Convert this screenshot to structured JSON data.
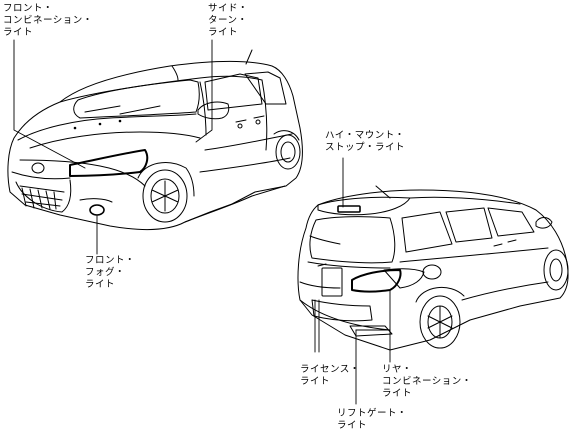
{
  "labels": {
    "front_combination": [
      "フロント・",
      "コンビネーション・",
      "ライト"
    ],
    "side_turn": [
      "サイド・",
      "ターン・",
      "ライト"
    ],
    "front_fog": [
      "フロント・",
      "フォグ・",
      "ライト"
    ],
    "high_mount_stop": [
      "ハイ・マウント・",
      "ストップ・ライト"
    ],
    "license": [
      "ライセンス・",
      "ライト"
    ],
    "rear_combination": [
      "リヤ・",
      "コンビネーション・",
      "ライト"
    ],
    "liftgate": [
      "リフトゲート・",
      "ライト"
    ]
  }
}
